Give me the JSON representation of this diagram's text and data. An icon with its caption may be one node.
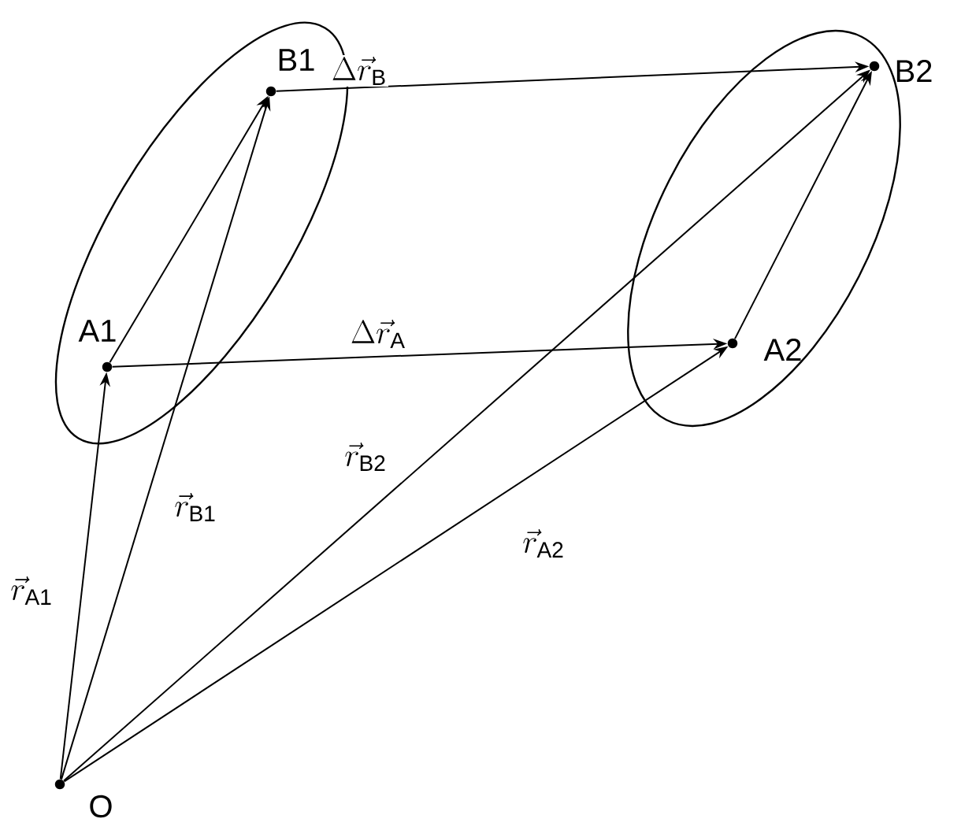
{
  "diagram": {
    "nodes": [
      {
        "text": [],
        "shape": "ellipse"
      },
      {
        "text": [
          "B1"
        ],
        "in": 0
      },
      {
        "text": [
          "A1"
        ],
        "in": 0
      },
      {
        "text": [],
        "shape": "ellipse"
      },
      {
        "text": [
          "B2"
        ],
        "in": 3
      },
      {
        "text": [
          "A2"
        ],
        "in": 3
      },
      {
        "text": [
          "O"
        ]
      }
    ],
    "edges": [
      {
        "from": 6,
        "to": 2,
        "arrow": "to",
        "label": "\\vec{r}_{\\mathrm{A1}}"
      },
      {
        "from": 6,
        "to": 1,
        "arrow": "to",
        "label": "\\vec{r}_{\\mathrm{B1}}"
      },
      {
        "from": 6,
        "to": 4,
        "arrow": "to",
        "label": "\\vec{r}_{\\mathrm{B2}}"
      },
      {
        "from": 6,
        "to": 5,
        "arrow": "to",
        "label": "\\vec{r}_{\\mathrm{A2}}"
      },
      {
        "from": 2,
        "to": 5,
        "arrow": "to",
        "label": "\\Delta\\vec{r}_{\\mathrm{A}}"
      },
      {
        "from": 1,
        "to": 4,
        "arrow": "to",
        "label": "\\Delta\\vec{r}_{\\mathrm{B}}"
      },
      {
        "from": 2,
        "to": 1,
        "arrow": "to"
      },
      {
        "from": 5,
        "to": 4,
        "arrow": "to"
      }
    ]
  }
}
